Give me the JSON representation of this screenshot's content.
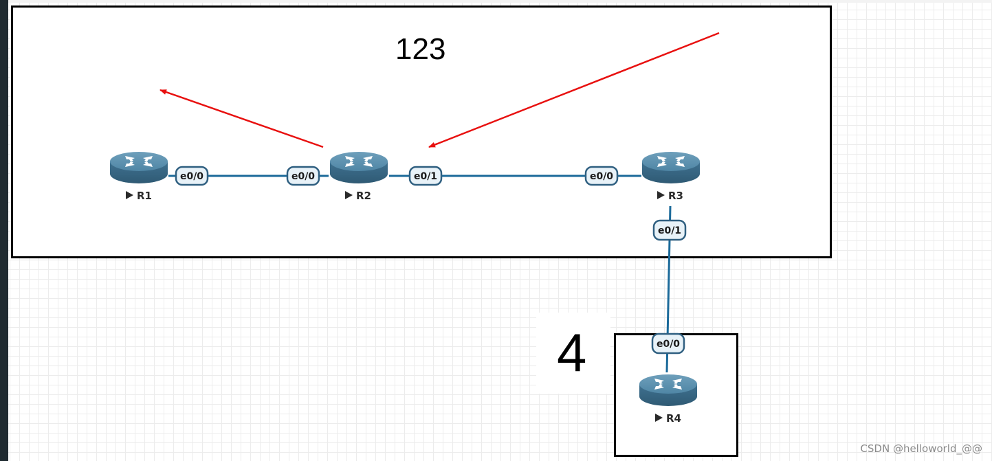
{
  "canvas": {
    "background": "#ffffff",
    "grid_color": "#ececec"
  },
  "groups": [
    {
      "id": "group-main",
      "label": "123"
    },
    {
      "id": "group-r4",
      "label": "4"
    }
  ],
  "routers": [
    {
      "id": "r1",
      "name": "R1"
    },
    {
      "id": "r2",
      "name": "R2"
    },
    {
      "id": "r3",
      "name": "R3"
    },
    {
      "id": "r4",
      "name": "R4"
    }
  ],
  "links": [
    {
      "from": "R1",
      "from_if": "e0/0",
      "to": "R2",
      "to_if": "e0/0"
    },
    {
      "from": "R2",
      "from_if": "e0/1",
      "to": "R3",
      "to_if": "e0/0"
    },
    {
      "from": "R3",
      "from_if": "e0/1",
      "to": "R4",
      "to_if": "e0/0"
    }
  ],
  "interfaces": {
    "r1_e00": "e0/0",
    "r2_e00": "e0/0",
    "r2_e01": "e0/1",
    "r3_e00": "e0/0",
    "r3_e01": "e0/1",
    "r4_e00": "e0/0"
  },
  "annotations": {
    "arrow_color": "#e8100f",
    "arrow_count": 2
  },
  "colors": {
    "link": "#1b6a9a",
    "router_body": "#3c6f8d",
    "router_top": "#5a90ae",
    "interface_border": "#2f5f80",
    "interface_fill": "#e8f2f8"
  },
  "watermark": "CSDN @helloworld_@@"
}
